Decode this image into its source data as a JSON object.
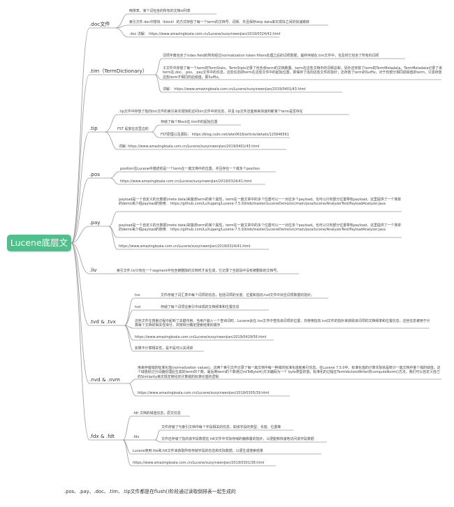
{
  "root": "Lucene底层文件",
  "categories": [
    {
      "label": ".doc文件",
      "items": [
        "倒排表、某个词包含的所有的文档id列表",
        "索引文件.doc中按块（block）的方式存放了每一个term的文档号、词频、并且保存skip data来实现块之间的快速跳转",
        ".doc 详解： https://www.amazingkoala.com.cn/Lucene/suoyinwenjian/2019/0324/42.html"
      ]
    },
    {
      "label": ".tim（TermDictionary）",
      "items": [
        "词项字典包含了index field的所有经过normalization token filters处理之后的词项数据，最终存储在.tim文件中，也及时它包含了所有的词项",
        "子文件中存放了每一个term的TermStats，TermStats记录了包含该term的文档数量、term在这些文档中的词频总和；另外还存放了term的TermMetadata，TermMetadata记录了该term在.doc、.pos、.pay文件中的信息，这些信息即term在这些文件中的起始位置，即保存了指向这些文件的指针；还存放了term的Suffix，对于有部分相同前缀值的term，只需存放这些term不相同的后缀值，即Suffix。",
        "详解： https://www.amazingkoala.com.cn/Lucene/suoyinwenjian/2019/0401/43.html"
      ]
    },
    {
      "label": ".tip",
      "items": [
        ".tip文件中存放了指向tim文件的索引来实现随机访问tim文件中的信息，并且.tip文件还能用来快速判断某个term是否存在",
        "详解: https://www.amazingkoala.com.cn/Lucene/suoyinwenjian/2019/0401/43.html"
      ],
      "sub": {
        "label": "FST 是放在这里边的",
        "items": [
          "存储了每个Block在.tim中的起始位置",
          "FST原理以及源码： https://blog.csdn.net/wlei0618/article/details/125846561"
        ]
      }
    },
    {
      "label": ".pos",
      "items": [
        "position在Lucene中描述的是一个term在一篇文档中的位置，并且存在一个或多个position",
        "https://www.amazingkoala.com.cn/Lucene/suoyinwenjian/2019/0324/41.html"
      ]
    },
    {
      "label": ".pay",
      "items": [
        "payload是一个自定义的元数据(mete data)来描述term的某个属性，term在一篇文章中的多个位置可以一一对应多个payload。也可以只有部分位置带有payload，这里提供了一个简单的demo来介绍payload的使用： https://github.com/LuXugang/Lucene-7.5.0/blob/master/LuceneDemo/src/main/java/lucene/AnalyzerTest/PayloadAnalyzer.java",
        "payload是一个自定义的元数据(mete data)来描述term的某个属性，term在一篇文章中的多个位置可以一一对应多个payload。也可以只有部分位置带有payload，这里提供了一个简单的demo来介绍payload的使用： https://github.com/LuXugang/Lucene-7.5.0/blob/master/LuceneDemo/src/main/java/lucene/AnalyzerTest/PayloadAnalyzer.java",
        "https://www.amazingkoala.com.cn/Lucene/suoyinwenjian/2019/0324/41.html"
      ]
    },
    {
      "label": ".liv",
      "items": [
        "索引文件.liv只有在一个segment中包含被删除的文档时才会生成，它记录了当前段中没有被删除的文档号。"
      ]
    },
    {
      "label": ".tvd & .tvx",
      "items": [
        "这些文件在搜索过程中起到了关键作用。当用户输入一个查询词时，Lucene会在.tvx文件中查找该词项的位置，并使用指向.tvd文件的指针来获取该词项的文档频率和位置信息。这些信息被用于计算每个文档的相关性得分，并按得分确定搜索结果的顺序",
        "https://www.amazingkoala.com.cn/Lucene/suoyinwenjian/2019/0429/56.html",
        "如果不计算相关性，是不是可以关闭掉"
      ],
      "subs": [
        {
          "label": "tvx",
          "text": "文件存储了词汇表中每个词项的信息，包括词项的长度、位置和指向.tvd文件中对应词项数据的指针。"
        },
        {
          "label": "tvd",
          "text": "存储了每个词项在索引中出现的文档频率和位置信息"
        }
      ]
    },
    {
      "label": ".nvd & .nvm",
      "items": [
        "用来存储域的标准化值(normalization values)。这两个索引文件记录了每一篇文档中每一种域的标准化值和索引信息。在Lucene 7.5.0中，标准化值的计算实际就是统计一篇文档中某个域的域值，这个域值经过分词器处理后生成的term的个数，最后用term的个数通过intToByte4()方法编码为一个 byte类型的值，标准化的过程在TermVectorsWriter的computeNorm()方法，我们可以自定义自己的Similarity来实现定制化的计算域的标准化值的逻辑",
        "https://www.amazingkoala.com.cn/Lucene/suoyinwenjian/2019/0305/39.html"
      ]
    },
    {
      "label": ".fdx & .fdt",
      "items": [
        "Lucene使用.fdx和.fdt文件来获取所有存储字段的信息和实际数据，以便生成搜索结果",
        "https://www.amazingkoala.com.cn/Lucene/suoyinwenjian/2019/0301/38.html"
      ],
      "subs": [
        {
          "label": ".fdt",
          "texts": [
            "文档的域值信息，原文信息"
          ]
        },
        {
          "label": ".fdx",
          "texts": [
            "文件存储了与索引文档中每个字段相关的信息，如该字段的类型、长度、位置等",
            "文件还存储了指向该字段数据在.fdt文件中实际存储的偏移量的指针，以便能够快速地访问该字段数据"
          ]
        }
      ]
    }
  ],
  "footer": ".pos、.pay、.doc、.tim、.tip文件都是在flush()阶段通过读取倒排表一起生成的",
  "colors": {
    "root": "#4fbf8c",
    "line": "#9a9a9a"
  }
}
